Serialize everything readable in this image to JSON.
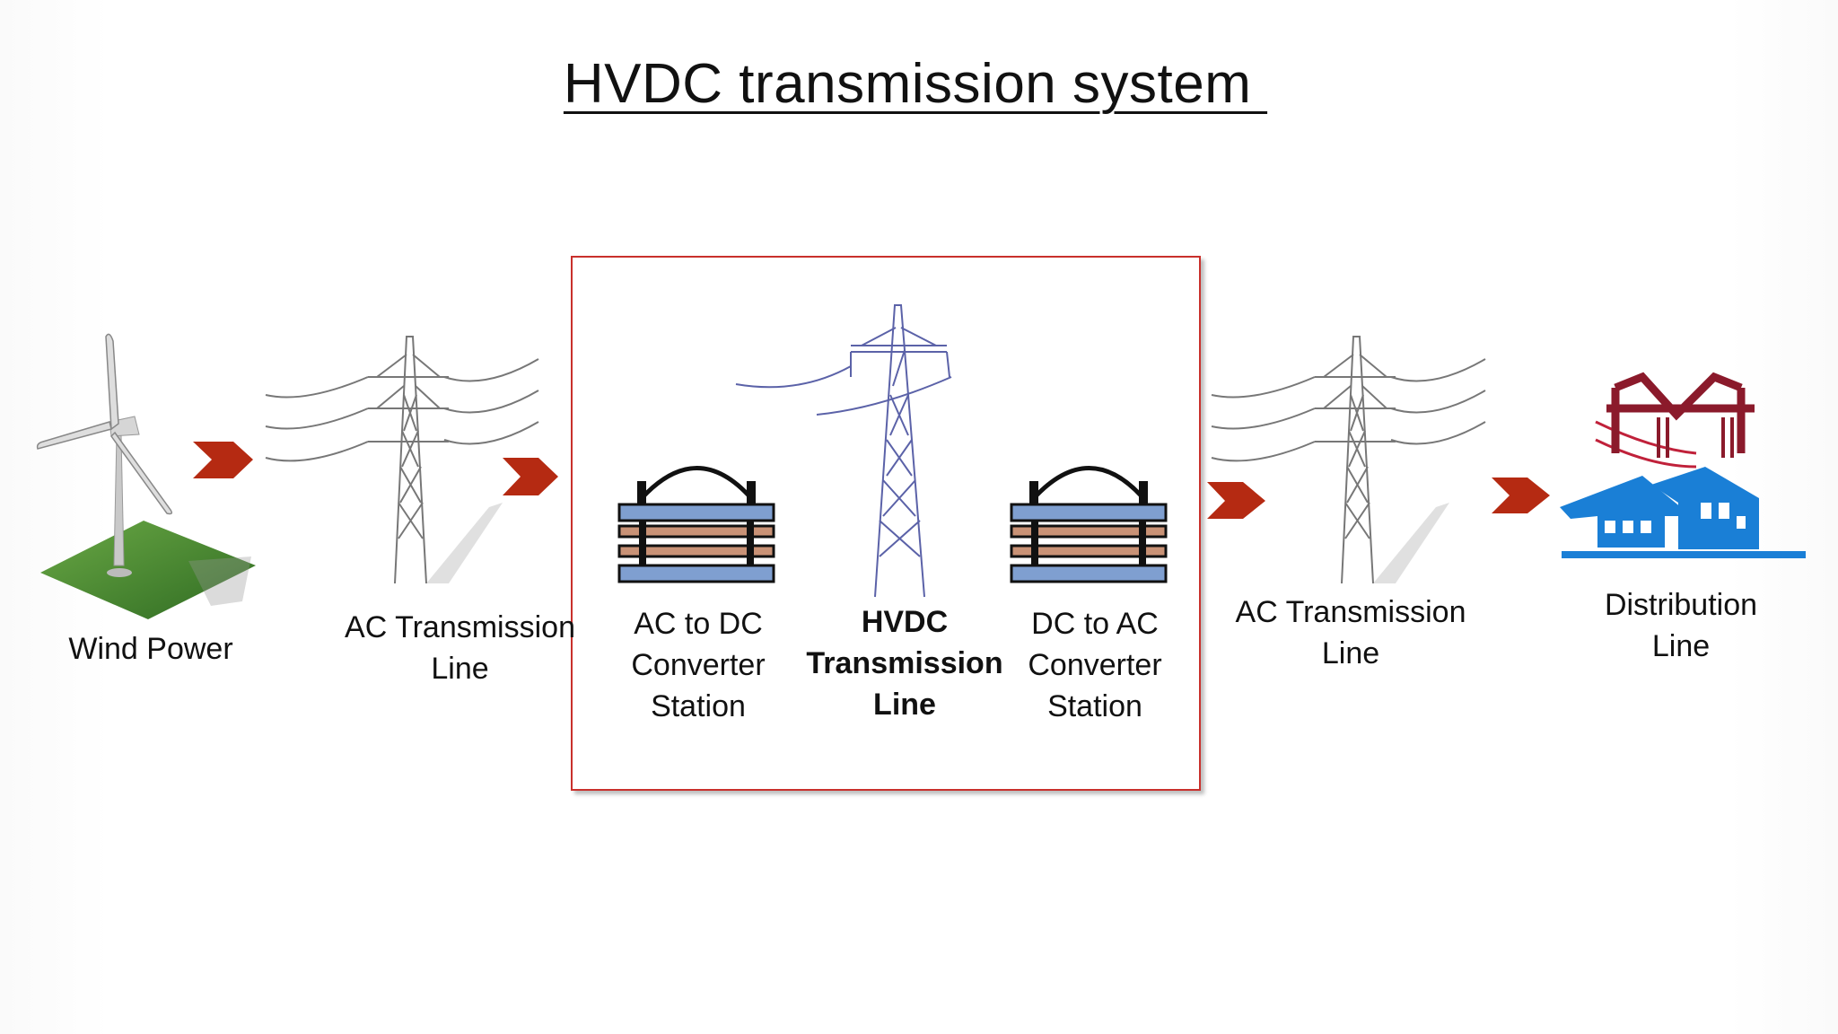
{
  "title": "HVDC transmission system ",
  "stages": {
    "wind": [
      "Wind Power"
    ],
    "ac_line_1": [
      "AC Transmission",
      "Line"
    ],
    "ac_dc_station": [
      "AC to DC",
      "Converter",
      "Station"
    ],
    "hvdc_line": [
      "HVDC",
      "Transmission",
      "Line"
    ],
    "dc_ac_station": [
      "DC to AC",
      "Converter",
      "Station"
    ],
    "ac_line_2": [
      "AC Transmission",
      "Line"
    ],
    "distribution": [
      "Distribution",
      "Line"
    ]
  },
  "colors": {
    "arrow": "#b52a12",
    "box_border": "#c9302c",
    "plate_blue": "#7f9fd0",
    "plate_brown": "#c99276",
    "hvdc_tower": "#5b62a8",
    "house_blue": "#1a7fd6",
    "distribution_maroon": "#8b1a2b"
  },
  "icons": [
    "wind-turbine-icon",
    "ac-tower-icon",
    "converter-station-icon",
    "hvdc-tower-icon",
    "distribution-house-icon",
    "flow-arrow-icon"
  ]
}
